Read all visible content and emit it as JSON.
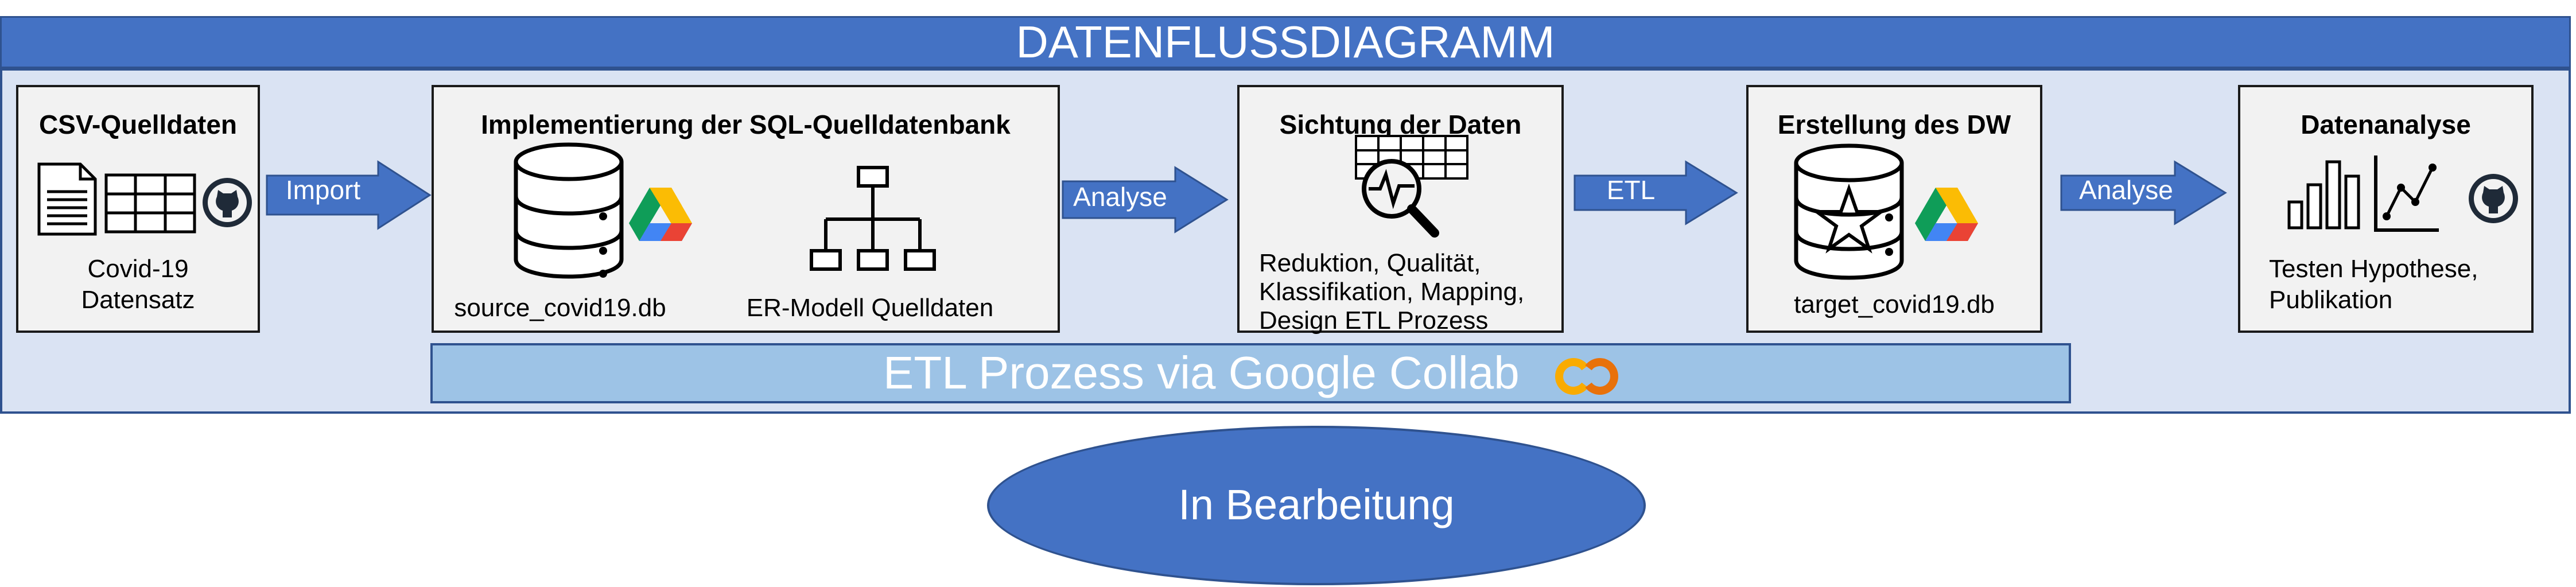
{
  "title": "DATENFLUSSDIAGRAMM",
  "boxes": {
    "csv": {
      "title": "CSV-Quelldaten",
      "caption_line1": "Covid-19",
      "caption_line2": "Datensatz"
    },
    "sql": {
      "title": "Implementierung der SQL-Quelldatenbank",
      "caption_db": "source_covid19.db",
      "caption_er": "ER-Modell Quelldaten"
    },
    "sichtung": {
      "title": "Sichtung der Daten",
      "caption_line1": "Reduktion, Qualität,",
      "caption_line2": "Klassifikation, Mapping,",
      "caption_line3": "Design ETL Prozess"
    },
    "dw": {
      "title": "Erstellung des DW",
      "caption": "target_covid19.db"
    },
    "analyse": {
      "title": "Datenanalyse",
      "caption_line1": "Testen Hypothese,",
      "caption_line2": "Publikation"
    }
  },
  "arrows": {
    "import": "Import",
    "analyse1": "Analyse",
    "etl": "ETL",
    "analyse2": "Analyse"
  },
  "etl_bar": "ETL Prozess via Google Collab",
  "status": "In Bearbeitung",
  "colors": {
    "header": "#4472c4",
    "panel": "#dae3f3",
    "etl_bar": "#9dc3e6",
    "box": "#f2f2f2"
  }
}
